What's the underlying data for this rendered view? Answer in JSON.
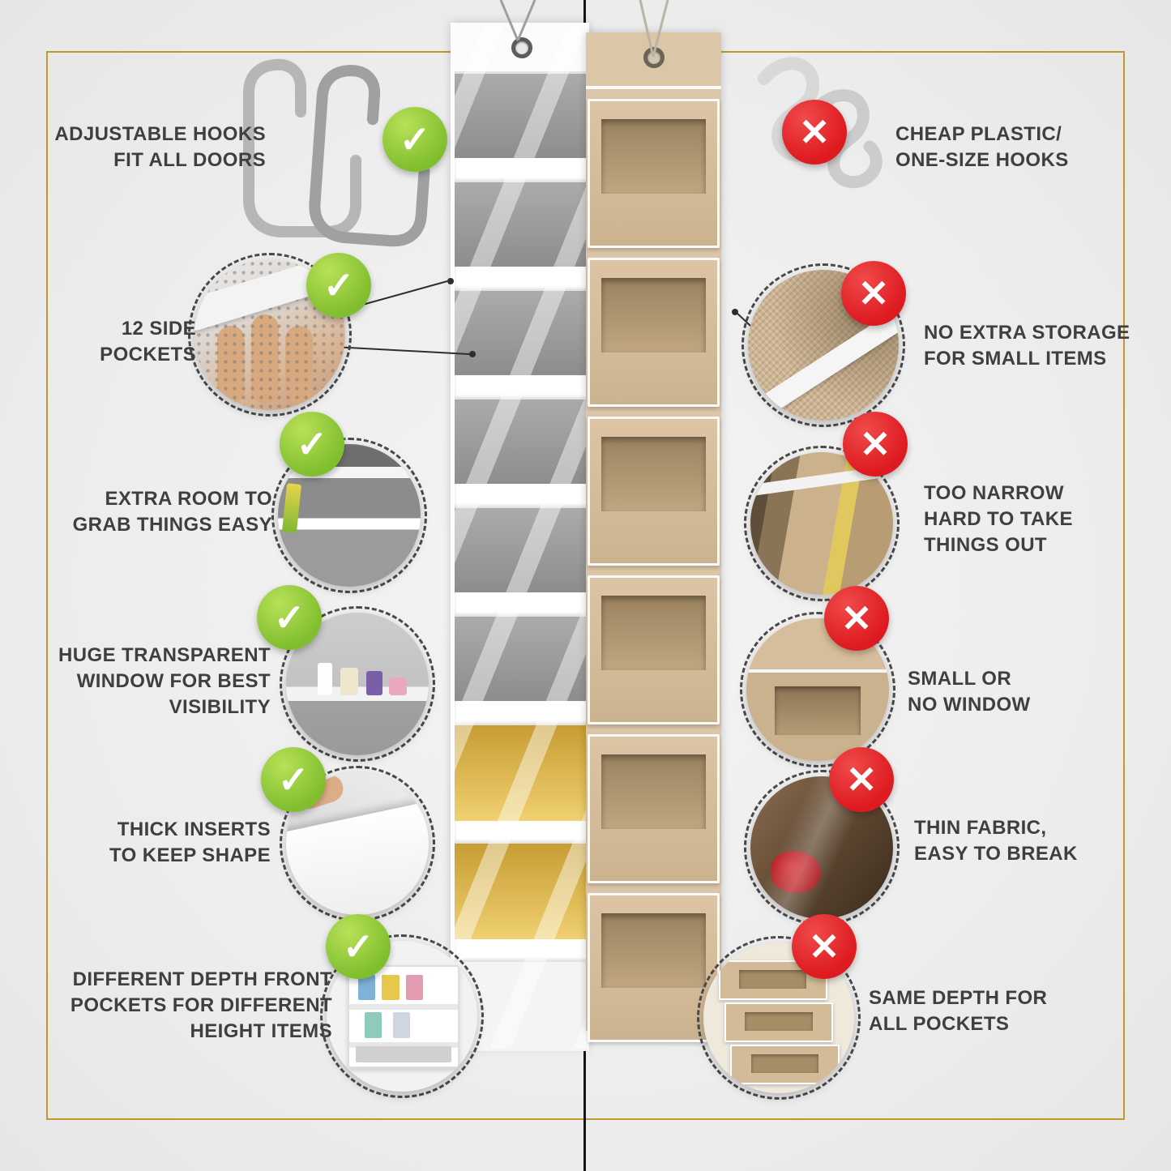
{
  "icons": {
    "check": "✓",
    "cross": "✕"
  },
  "left_features": [
    {
      "id": "adjustable-hooks",
      "label": "ADJUSTABLE HOOKS\nFIT ALL DOORS"
    },
    {
      "id": "side-pockets",
      "label": "12 SIDE\nPOCKETS"
    },
    {
      "id": "extra-room",
      "label": "EXTRA ROOM TO\nGRAB THINGS EASY"
    },
    {
      "id": "transparent-window",
      "label": "HUGE TRANSPARENT\nWINDOW FOR BEST\nVISIBILITY"
    },
    {
      "id": "thick-inserts",
      "label": "THICK INSERTS\nTO KEEP SHAPE"
    },
    {
      "id": "different-depth",
      "label": "DIFFERENT DEPTH FRONT\nPOCKETS FOR DIFFERENT\nHEIGHT ITEMS"
    }
  ],
  "right_features": [
    {
      "id": "cheap-hooks",
      "label": "CHEAP PLASTIC/\nONE-SIZE HOOKS"
    },
    {
      "id": "no-extra-storage",
      "label": "NO EXTRA STORAGE\nFOR SMALL ITEMS"
    },
    {
      "id": "too-narrow",
      "label": "TOO NARROW\nHARD TO TAKE\nTHINGS OUT"
    },
    {
      "id": "small-window",
      "label": "SMALL OR\nNO WINDOW"
    },
    {
      "id": "thin-fabric",
      "label": "THIN FABRIC,\nEASY TO BREAK"
    },
    {
      "id": "same-depth",
      "label": "SAME DEPTH FOR\nALL POCKETS"
    }
  ],
  "colors": {
    "check_green": "#7fbe2e",
    "cross_red": "#dd1a20",
    "frame_gold": "#bf992e",
    "background": "#f0f0f0",
    "text": "#3f3f3f",
    "organizer_beige": "#dcc6a8",
    "organizer_gray": "#9a9a9a",
    "content_gold": "#e7c355"
  }
}
